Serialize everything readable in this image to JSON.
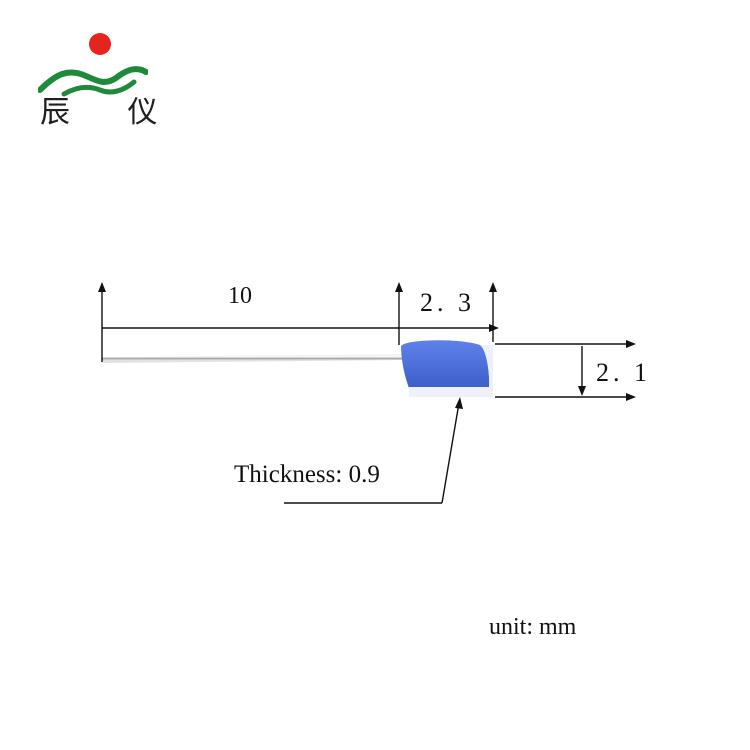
{
  "logo": {
    "text": "辰 仪",
    "icon": "brand-mark-icon",
    "colors": {
      "dot": "#e52420",
      "waves": "#1f8a3a",
      "text": "#1f1f1f"
    }
  },
  "dimensions": {
    "lead_length": "10",
    "head_length": "2. 3",
    "head_height": "2. 1",
    "thickness": "Thickness: 0.9"
  },
  "unit_note": "unit: mm",
  "colors": {
    "sensor_body": "#4f72dc",
    "sensor_base": "#eef2f8",
    "leads": "#b8b8b8",
    "lines": "#111111"
  }
}
